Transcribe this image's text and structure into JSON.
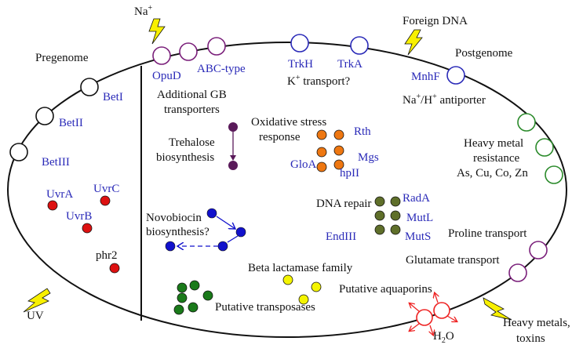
{
  "labels": {
    "pregenome": "Pregenome",
    "postgenome": "Postgenome",
    "foreign_dna": "Foreign DNA",
    "na_base": "Na",
    "na_sup": "+",
    "uv": "UV",
    "opud": "OpuD",
    "abc_type": "ABC-type",
    "trkh": "TrkH",
    "trka": "TrkA",
    "k_base": "K",
    "k_sup": "+",
    "k_rest": " transport?",
    "mnhf": "MnhF",
    "antiporter_na": "Na",
    "antiporter_sup1": "+",
    "antiporter_mid": "/H",
    "antiporter_sup2": "+",
    "antiporter_rest": " antiporter",
    "additional_gb_1": "Additional GB",
    "additional_gb_2": "transporters",
    "beti": "BetI",
    "betii": "BetII",
    "betiii": "BetIII",
    "uvra": "UvrA",
    "uvrc": "UvrC",
    "uvrb": "UvrB",
    "phr2": "phr2",
    "trehalose_1": "Trehalose",
    "trehalose_2": "biosynthesis",
    "oxidative_1": "Oxidative stress",
    "oxidative_2": "response",
    "rth": "Rth",
    "mgs": "Mgs",
    "gloa": "GloA",
    "hpii": "hpII",
    "heavy_metal_1": "Heavy metal",
    "heavy_metal_2": "resistance",
    "heavy_metal_3": "As, Cu, Co, Zn",
    "dna_repair": "DNA repair",
    "rada": "RadA",
    "mutl": "MutL",
    "muts": "MutS",
    "endiii": "EndIII",
    "novobiocin_1": "Novobiocin",
    "novobiocin_2": "biosynthesis?",
    "proline": "Proline transport",
    "glutamate": "Glutamate transport",
    "beta_lactamase": "Beta lactamase family",
    "aquaporins": "Putative aquaporins",
    "transposases": "Putative transposases",
    "heavy_metals_toxins_1": "Heavy metals,",
    "heavy_metals_toxins_2": "toxins",
    "h2o_h": "H",
    "h2o_sub": "2",
    "h2o_o": "O"
  },
  "colors": {
    "outline": "#111111",
    "gene_label": "#2a2ab8",
    "transporter_purple": "#7a1f7a",
    "transporter_blue": "#2a2ab8",
    "heavy_metal_green": "#2a8a2a",
    "uvr_red": "#dd1111",
    "trehalose_purple": "#5a1a5a",
    "oxidative_orange": "#ee7711",
    "dna_repair_olive": "#5f6f2a",
    "novobiocin_blue": "#1111cc",
    "beta_lactamase_yellow": "#f4f400",
    "transposase_green": "#1a7a1a",
    "aquaporin_red": "#ee2222",
    "lightning_yellow": "#f8f000"
  },
  "icons": [
    "lightning-bolt-icon",
    "transporter-ring-icon",
    "gene-dot-icon",
    "water-channel-icon"
  ]
}
